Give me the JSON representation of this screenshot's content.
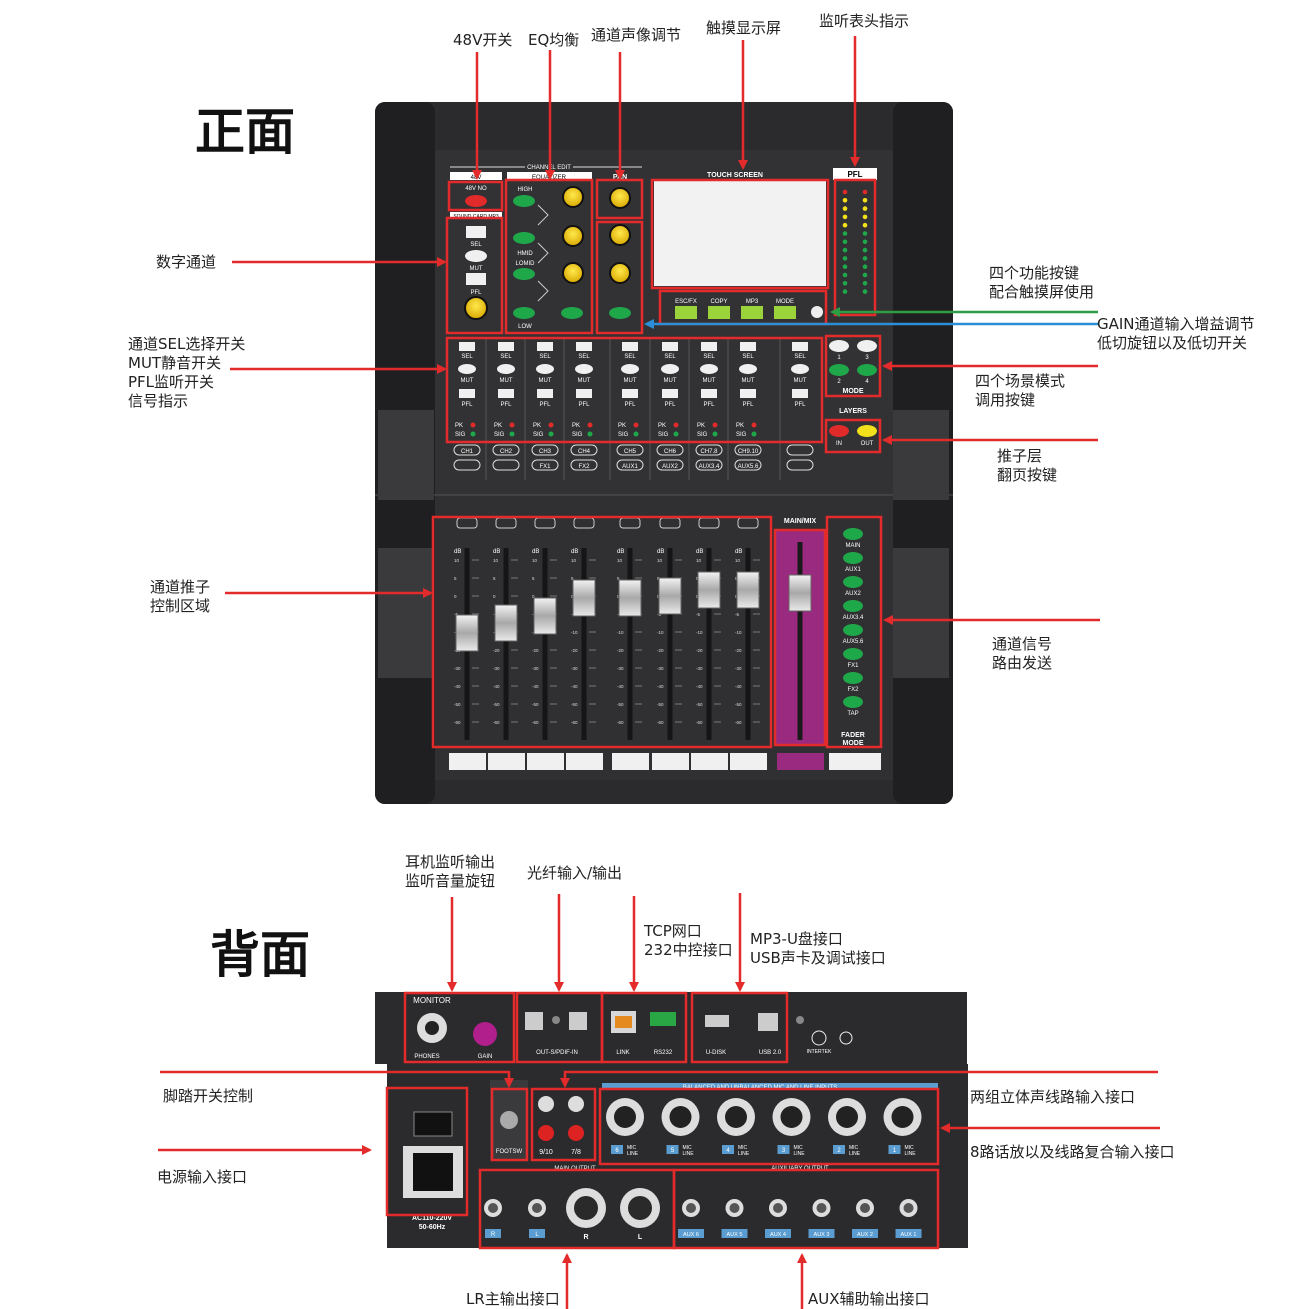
{
  "front_title": "正面",
  "back_title": "背面",
  "front_callouts": {
    "phantom": "48V开关",
    "eq": "EQ均衡",
    "pan": "通道声像调节",
    "touch": "触摸显示屏",
    "meter": "监听表头指示",
    "digital_channel": "数字通道",
    "function_keys": "四个功能按键\n配合触摸屏使用",
    "gain_adjust": "GAIN通道输入增益调节\n低切旋钮以及低切开关",
    "channel_buttons": "通道SEL选择开关\nMUT静音开关\nPFL监听开关\n信号指示",
    "scene_modes": "四个场景模式\n调用按键",
    "fader_layer": "推子层\n翻页按键",
    "fader_area": "通道推子\n控制区域",
    "routing": "通道信号\n路由发送"
  },
  "back_callouts": {
    "headphone": "耳机监听输出\n监听音量旋钮",
    "optical": "光纤输入/输出",
    "tcp": "TCP网口\n232中控接口",
    "mp3": "MP3-U盘接口\nUSB声卡及调试接口",
    "footswitch": "脚踏开关控制",
    "stereo_inputs": "两组立体声线路输入接口",
    "power_input": "电源输入接口",
    "mic_inputs": "8路话放以及线路复合输入接口",
    "lr_out": "LR主输出接口",
    "aux_out": "AUX辅助输出接口"
  },
  "console_front": {
    "channel_edit": "CHANNEL EDIT",
    "phantom_label": "48V",
    "phantom_btn": "48V NO",
    "soundcard": "SOUND CARD MP3",
    "equalizer": "EQUALIZER",
    "pan": "PAN",
    "eq_bands": [
      "HIGH",
      "HMID",
      "LOMID",
      "LOW"
    ],
    "touch_screen": "TOUCH SCREEN",
    "pfl": "PFL",
    "func_keys": [
      "ESC/FX",
      "COPY",
      "MP3",
      "MODE"
    ],
    "sel": "SEL",
    "mut": "MUT",
    "pfl_btn": "PFL",
    "pk": "PK",
    "sig": "SIG",
    "upper_layer": [
      "CH1",
      "CH2",
      "CH3",
      "CH4",
      "CH5",
      "CH6",
      "CH7.8",
      "CH9.10"
    ],
    "lower_layer": [
      "",
      "",
      "FX1",
      "FX2",
      "AUX1",
      "AUX2",
      "AUX3.4",
      "AUX5.6"
    ],
    "mode": "MODE",
    "mode_nums": [
      "1",
      "3",
      "2",
      "4"
    ],
    "layers": "LAYERS",
    "layer_in": "IN",
    "layer_out": "OUT",
    "main_mix": "MAIN/MIX",
    "routing_buttons": [
      "MAIN",
      "AUX1",
      "AUX2",
      "AUX3.4",
      "AUX5.6",
      "FX1",
      "FX2",
      "TAP"
    ],
    "fader_mode": "FADER\nMODE",
    "db": "dB",
    "scale": [
      "10",
      "5",
      "0",
      "-5",
      "-10",
      "-20",
      "-30",
      "-40",
      "-50",
      "-60"
    ]
  },
  "console_back": {
    "monitor": "MONITOR",
    "phones": "PHONES",
    "gain": "GAIN",
    "spdif": "OUT-S/PDIF-IN",
    "link": "LINK",
    "rs232": "RS232",
    "udisk": "U-DISK",
    "usb": "USB 2.0",
    "intertek": "INTERTEK",
    "inputs_header": "BALANCED AND UNBALANCED MIC AND LINE INPUTS",
    "footsw": "FOOTSW",
    "stereo_labels": [
      "9/10",
      "7/8"
    ],
    "mic_channels": [
      "6",
      "5",
      "4",
      "3",
      "2",
      "1"
    ],
    "mic_line": "MIC\nLINE",
    "power_label": "AC110-220V\n50-60Hz",
    "main_output": "MAIN OUTPUT",
    "aux_output": "AUXILIARY OUTPUT",
    "out_labels": [
      "R",
      "L",
      "R",
      "L"
    ],
    "aux_labels": [
      "AUX 6",
      "AUX 5",
      "AUX 4",
      "AUX 3",
      "AUX 2",
      "AUX 1"
    ]
  }
}
